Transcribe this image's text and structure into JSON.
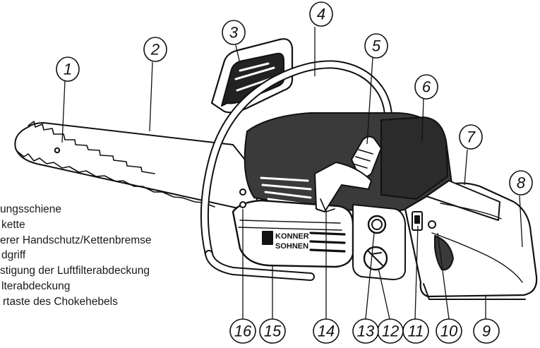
{
  "legend": [
    {
      "text": "ungsschiene"
    },
    {
      "text": "kette"
    },
    {
      "text": "erer Handschutz/Kettenbremse"
    },
    {
      "text": "dgriff"
    },
    {
      "text": "stigung der Luftfilterabdeckung"
    },
    {
      "text": "lterabdeckung"
    },
    {
      "text": "rtaste des Chokehebels"
    }
  ],
  "callouts": [
    "1",
    "2",
    "3",
    "4",
    "5",
    "6",
    "7",
    "8",
    "9",
    "10",
    "11",
    "12",
    "13",
    "14",
    "15",
    "16"
  ],
  "logo": {
    "line1": "KONNER",
    "line2": "SOHNEN"
  }
}
